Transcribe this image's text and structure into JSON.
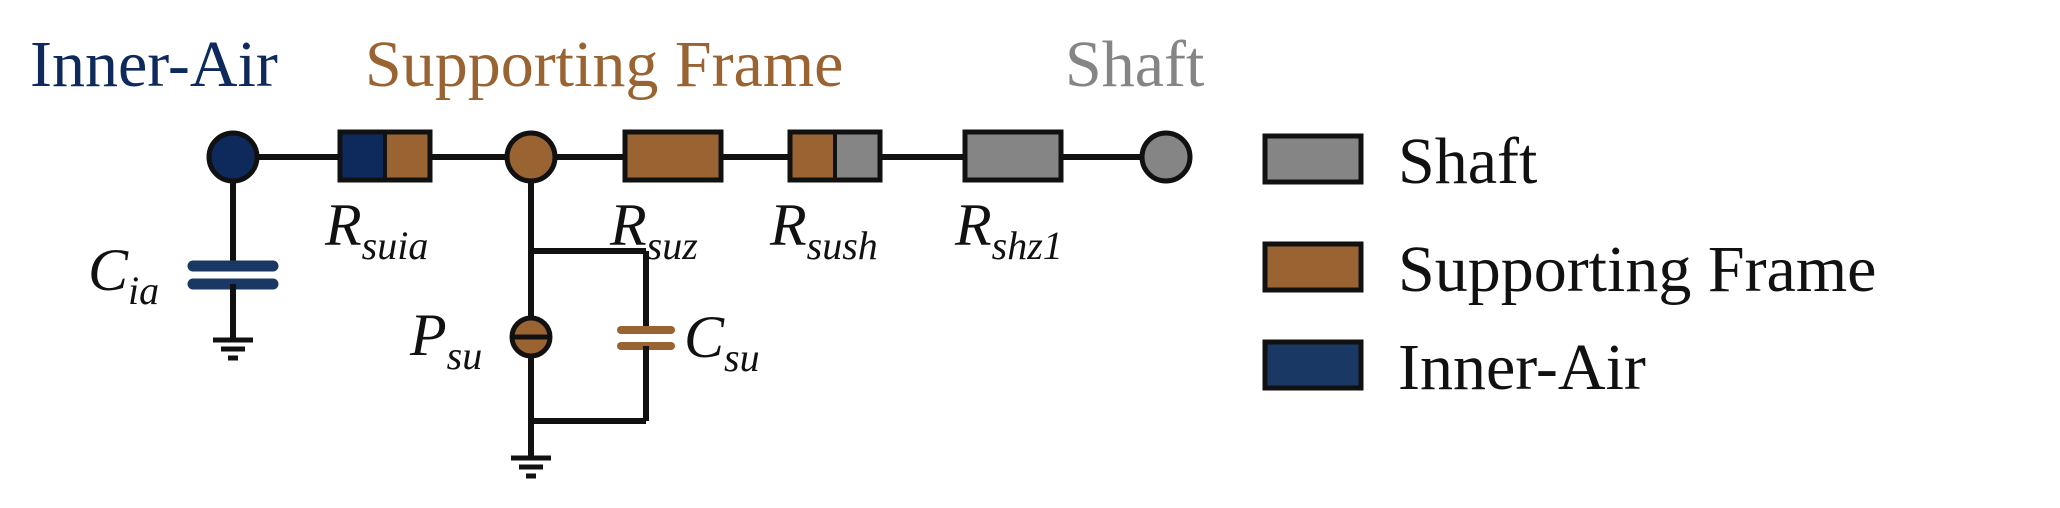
{
  "colors": {
    "inner_air": "#0e2a5c",
    "supporting_frame": "#9a6332",
    "shaft": "#858585",
    "line": "#111111"
  },
  "titles": {
    "inner_air": "Inner-Air",
    "supporting_frame": "Supporting Frame",
    "shaft": "Shaft"
  },
  "labels": {
    "cia": {
      "main": "C",
      "sub": "ia"
    },
    "rsuia": {
      "main": "R",
      "sub": "suia"
    },
    "rsuz": {
      "main": "R",
      "sub": "suz"
    },
    "rsush": {
      "main": "R",
      "sub": "sush"
    },
    "rshz1": {
      "main": "R",
      "sub": "shz1"
    },
    "psu": {
      "main": "P",
      "sub": "su"
    },
    "csu": {
      "main": "C",
      "sub": "su"
    }
  },
  "legend": {
    "items": [
      {
        "label": "Shaft",
        "color": "#858585"
      },
      {
        "label": "Supporting Frame",
        "color": "#9a6332"
      },
      {
        "label": "Inner-Air",
        "color": "#1a3864"
      }
    ]
  }
}
